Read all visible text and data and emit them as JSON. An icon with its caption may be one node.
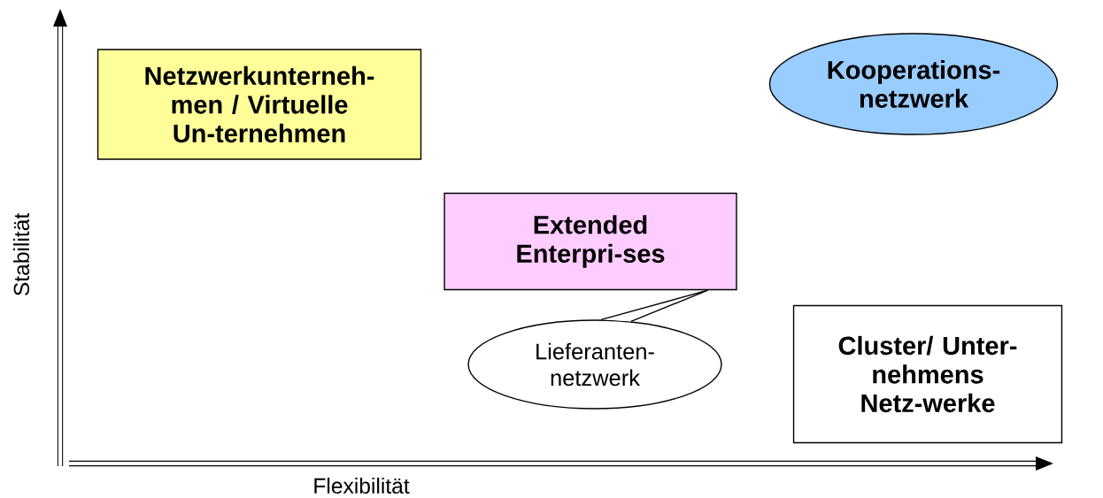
{
  "diagram": {
    "nodes": [
      {
        "text": [
          "Netzwerkunterneh-men / Virtuelle Un-ternehmen"
        ]
      },
      {
        "text": [
          "Kooperations-netzwerk"
        ]
      },
      {
        "text": [
          "Extended Enterpri-ses"
        ]
      },
      {
        "text": [
          "Lieferanten-netzwerk"
        ]
      },
      {
        "text": [
          "Cluster/ Unter-nehmens Netz-werke"
        ]
      }
    ],
    "edges": [
      {
        "from": 3,
        "to": 2,
        "arrow": "none"
      }
    ],
    "labels": [
      "Stabilität",
      "Flexibilität"
    ]
  }
}
